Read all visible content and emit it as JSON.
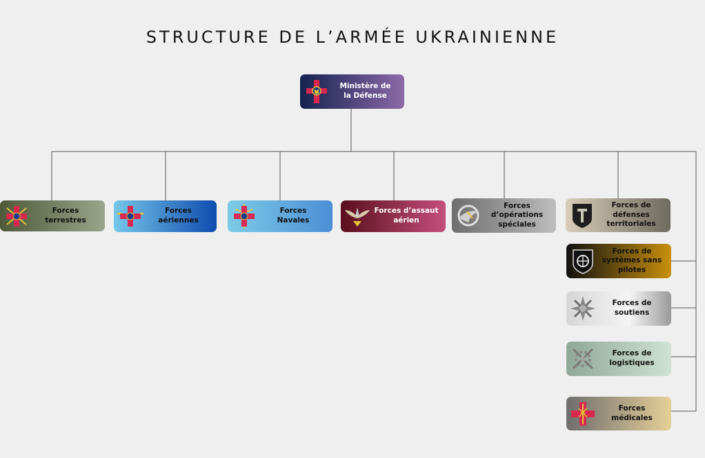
{
  "title": "STRUCTURE DE L’ARMÉE UKRAINIENNE",
  "root": {
    "label": "Ministère de\nla Défense",
    "icon": "ukraine-cross-emblem-icon"
  },
  "branches": [
    {
      "label": "Forces\nterrestres",
      "icon": "ground-forces-cross-icon"
    },
    {
      "label": "Forces\naériennes",
      "icon": "air-force-cross-icon"
    },
    {
      "label": "Forces\nNavales",
      "icon": "navy-cross-icon"
    },
    {
      "label": "Forces d’assaut\naérien",
      "icon": "air-assault-wings-icon"
    },
    {
      "label": "Forces\nd’opérations\nspéciales",
      "icon": "special-operations-emblem-icon"
    },
    {
      "label": "Forces de\ndéfenses\nterritoriales",
      "icon": "territorial-defense-shield-icon"
    }
  ],
  "sub_branches": [
    {
      "label": "Forces de\nsystèmes sans\npilotes",
      "icon": "unmanned-systems-shield-icon"
    },
    {
      "label": "Forces de\nsoutiens",
      "icon": "support-forces-emblem-icon"
    },
    {
      "label": "Forces de\nlogistiques",
      "icon": "logistics-emblem-icon"
    },
    {
      "label": "Forces\nmédicales",
      "icon": "medical-forces-emblem-icon"
    }
  ],
  "colors": {
    "root": "#1d2550",
    "ground": "#7a8a6a",
    "air": "#1d5fb0",
    "navy": "#5f9ed8",
    "assault": "#8a1f3c",
    "special": "#8b8b8b",
    "territorial": "#9c8f78",
    "unmanned": "#b88612",
    "support": "#bdbdbd",
    "logistics": "#a8c0b2",
    "medical": "#c9b07a"
  }
}
